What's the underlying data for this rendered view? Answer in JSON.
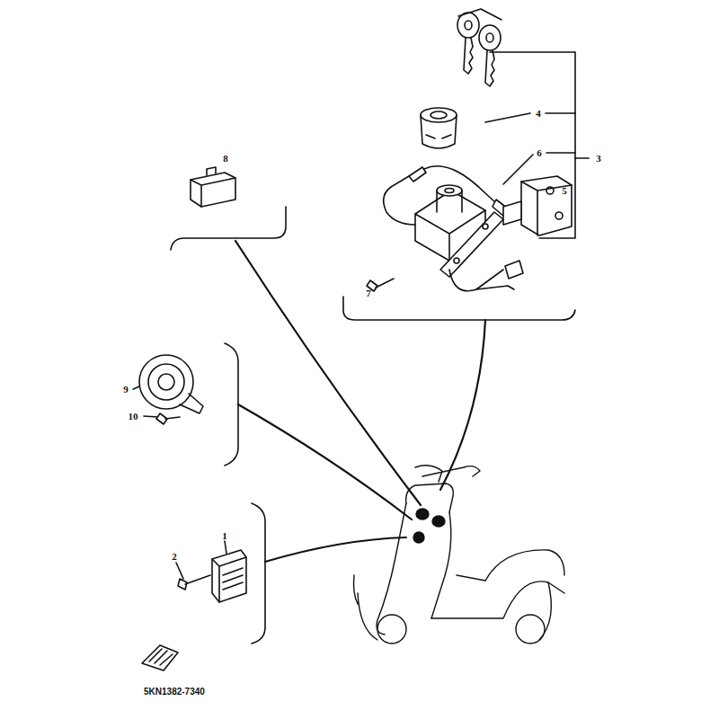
{
  "diagram": {
    "labels": [
      "8",
      "4",
      "6",
      "3",
      "5",
      "7",
      "9",
      "10",
      "1",
      "2",
      "5KN1382-7340"
    ]
  }
}
